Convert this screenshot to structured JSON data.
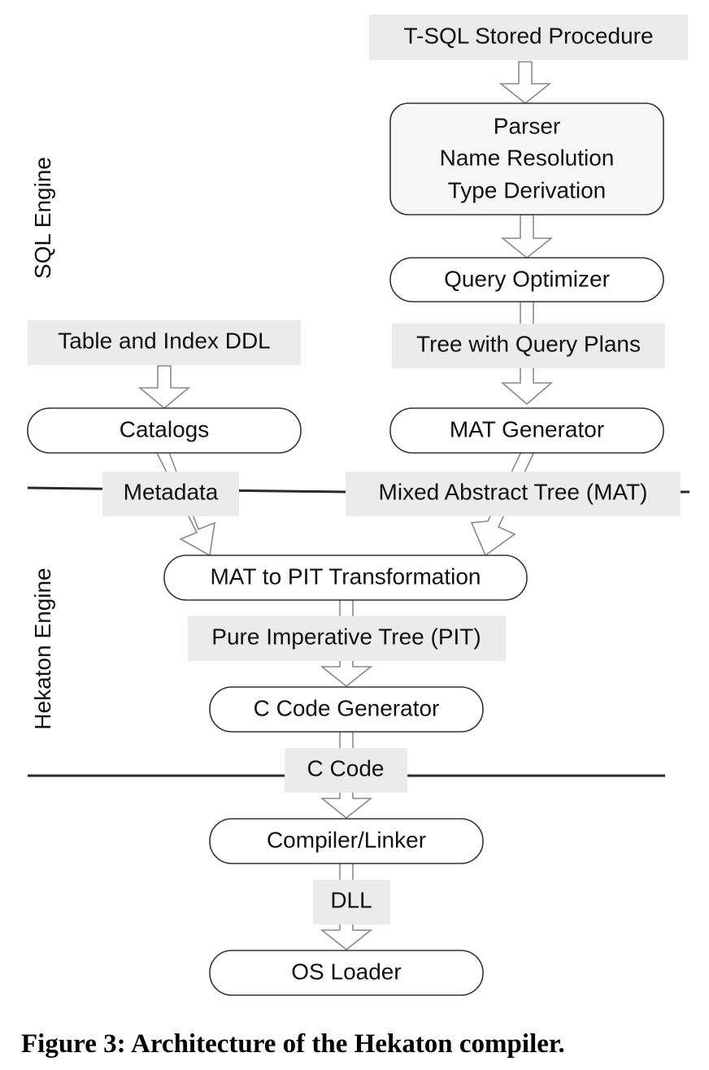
{
  "side_labels": {
    "sql_engine": "SQL Engine",
    "hekaton_engine": "Hekaton Engine"
  },
  "nodes": {
    "tsql_stored_procedure": "T-SQL Stored Procedure",
    "parser_lines": [
      "Parser",
      "Name Resolution",
      "Type Derivation"
    ],
    "query_optimizer": "Query Optimizer",
    "tree_with_query_plans": "Tree with Query Plans",
    "table_and_index_ddl": "Table and Index DDL",
    "catalogs": "Catalogs",
    "mat_generator": "MAT Generator",
    "metadata": "Metadata",
    "mixed_abstract_tree": "Mixed Abstract Tree (MAT)",
    "mat_to_pit": "MAT to PIT Transformation",
    "pure_imperative_tree": "Pure Imperative Tree (PIT)",
    "c_code_generator": "C Code Generator",
    "c_code": "C Code",
    "compiler_linker": "Compiler/Linker",
    "dll": "DLL",
    "os_loader": "OS Loader"
  },
  "caption": "Figure 3: Architecture of the Hekaton compiler."
}
